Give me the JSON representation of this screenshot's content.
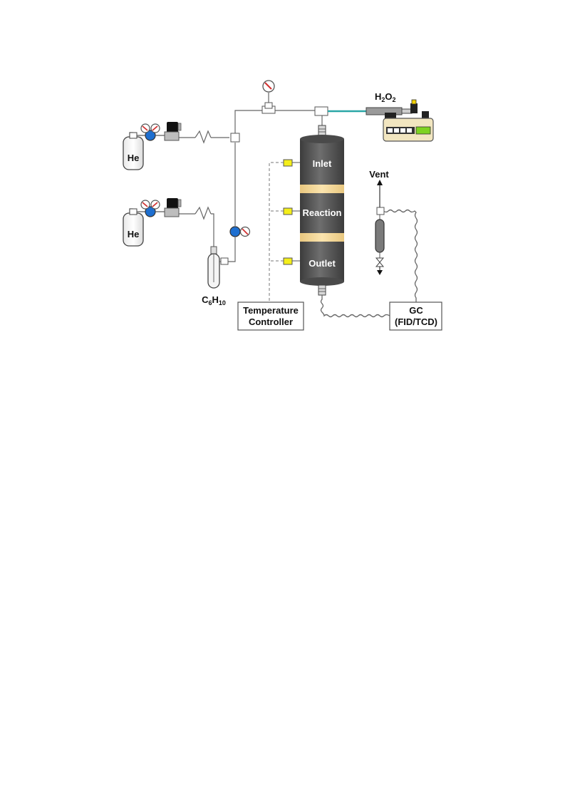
{
  "labels": {
    "helium_1": "He",
    "helium_2": "He",
    "h2o2": "H2O2",
    "cyclohexene": "C6H10",
    "reactor_inlet": "Inlet",
    "reactor_reaction": "Reaction",
    "reactor_outlet": "Outlet",
    "vent": "Vent",
    "temperature_controller_line1": "Temperature",
    "temperature_controller_line2": "Controller",
    "gc_line1": "GC",
    "gc_line2": "(FID/TCD)"
  },
  "colors": {
    "reactor_body": "#5a5a5a",
    "reactor_band": "#f6d99a",
    "thermocouple": "#f4ee1a",
    "gauge_blue": "#1e6fd0",
    "pump_display": "#7ed321",
    "h2o2_line": "#2aa6a6",
    "pipe": "#666666"
  }
}
